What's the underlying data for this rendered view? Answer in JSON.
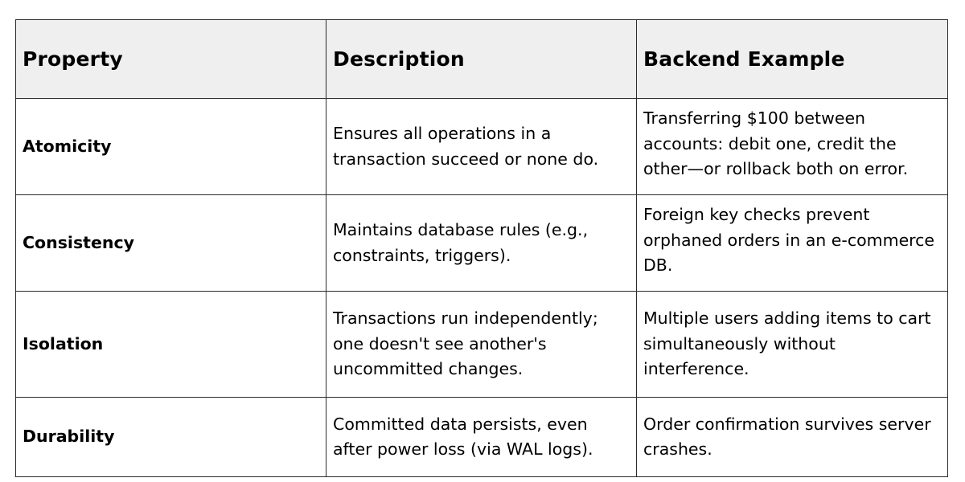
{
  "table": {
    "headers": [
      "Property",
      "Description",
      "Backend Example"
    ],
    "rows": [
      {
        "property": "Atomicity",
        "description": "Ensures all operations in a transaction succeed or none do.",
        "example": "Transferring $100 between accounts: debit one, credit the other—or rollback both on error."
      },
      {
        "property": "Consistency",
        "description": "Maintains database rules (e.g., constraints, triggers).",
        "example": "Foreign key checks prevent orphaned orders in an e-commerce DB."
      },
      {
        "property": "Isolation",
        "description": "Transactions run independently; one doesn't see another's uncommitted changes.",
        "example": "Multiple users adding items to cart simultaneously without interference."
      },
      {
        "property": "Durability",
        "description": "Committed data persists, even after power loss (via WAL logs).",
        "example": "Order confirmation survives server crashes."
      }
    ]
  }
}
